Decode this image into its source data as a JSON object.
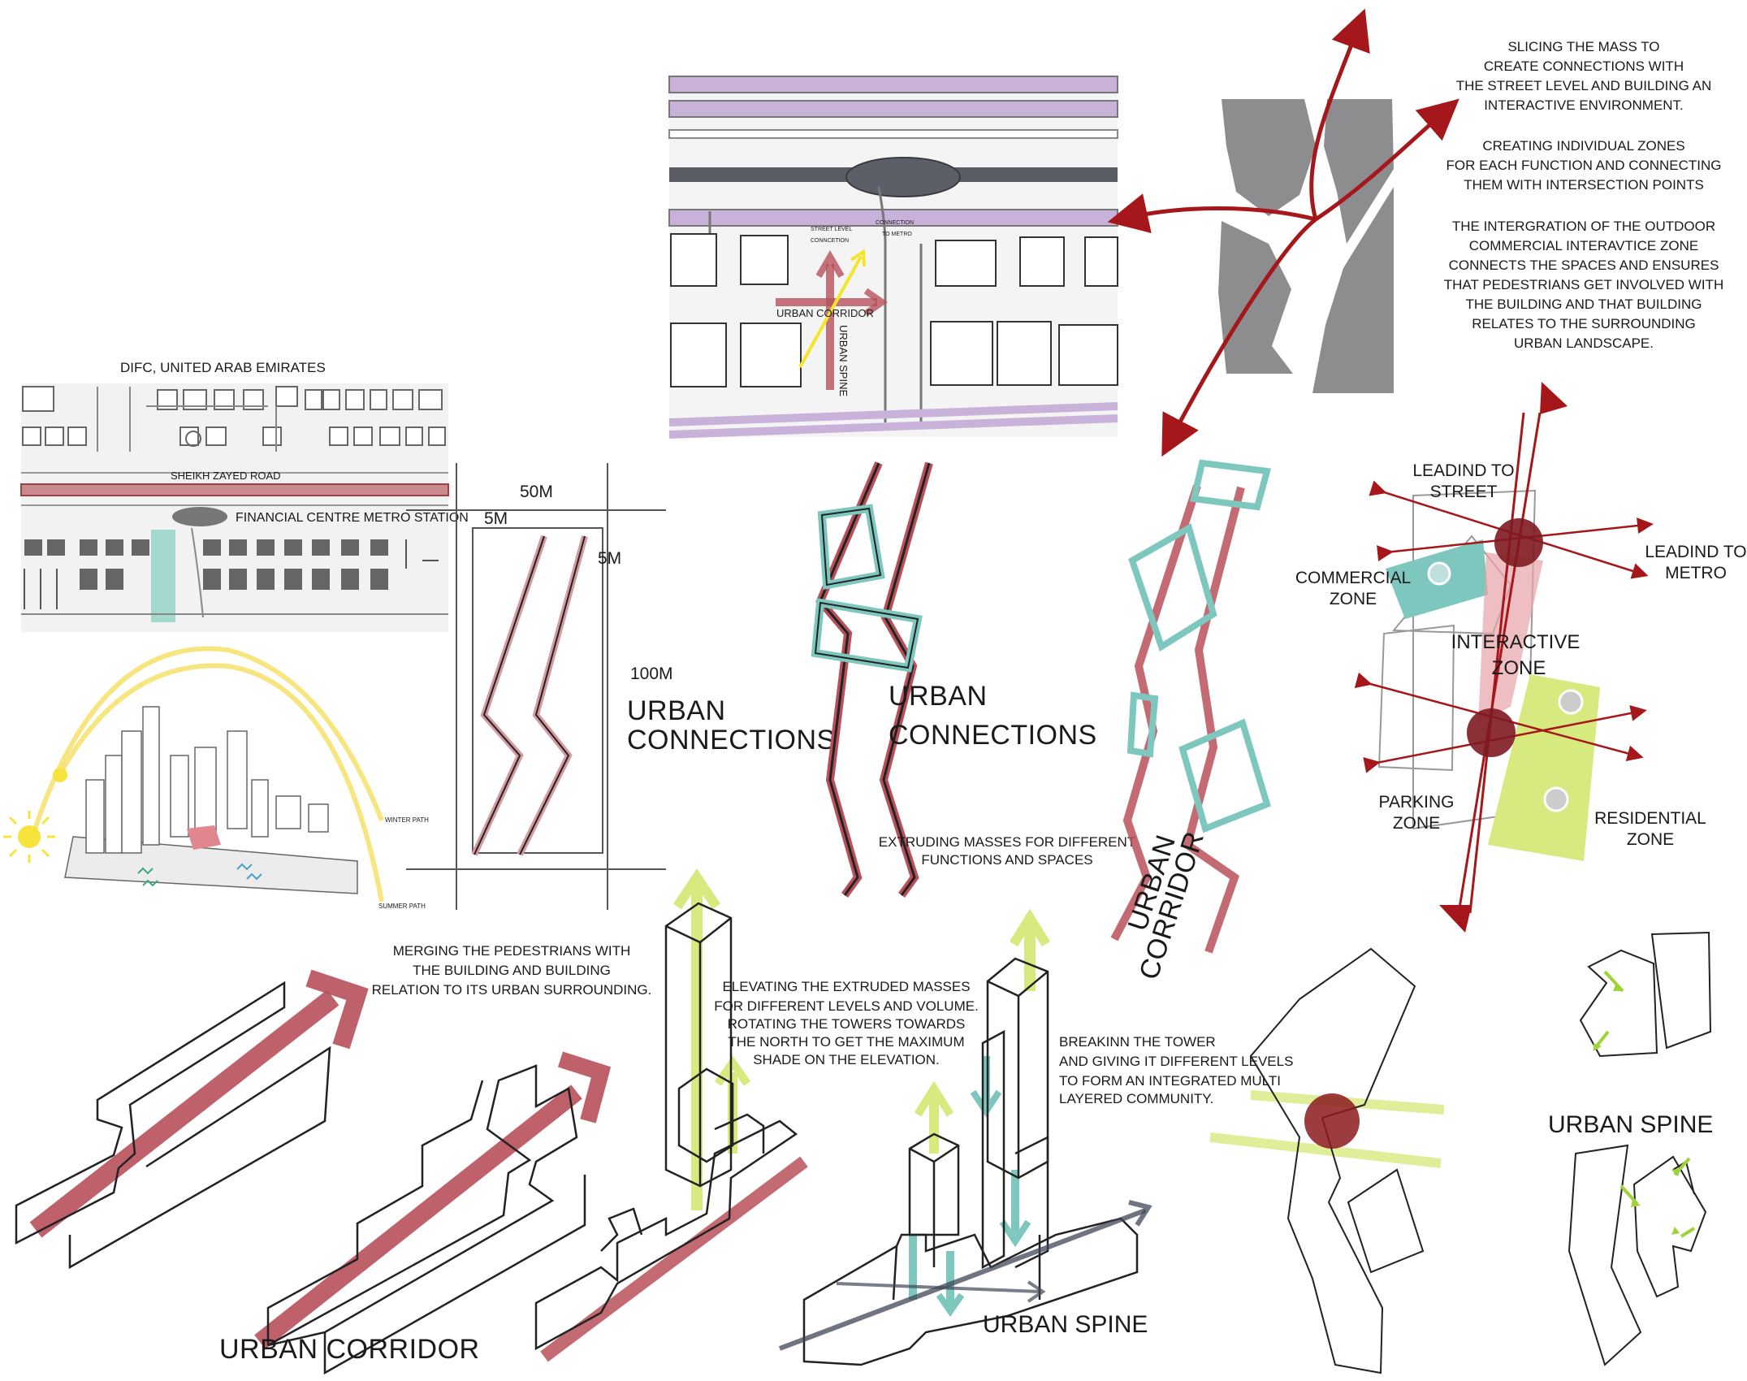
{
  "colors": {
    "corridor_red": "#a1343d",
    "spine_dark_red": "#8b1a1c",
    "teal": "#7dc7bf",
    "lime": "#d6ea7f",
    "purple": "#c9b2d9",
    "grey_mass": "#8d8d8f"
  },
  "site_map": {
    "location": "DIFC, UNITED ARAB EMIRATES",
    "road": "SHEIKH ZAYED ROAD",
    "station": "FINANCIAL CENTRE METRO STATION"
  },
  "sun_study": {
    "winter": "WINTER PATH",
    "summer": "SUMMER PATH"
  },
  "plan": {
    "street_level": [
      "STREET LEVEL",
      "CONNCETION"
    ],
    "to_metro": [
      "CONNECTION",
      "TO METRO"
    ],
    "corridor": "URBAN CORRIDOR",
    "spine": "URBAN SPINE"
  },
  "notes": {
    "slicing": [
      "SLICING THE  MASS TO",
      "CREATE CONNECTIONS WITH",
      "THE STREET LEVEL AND BUILDING AN",
      "INTERACTIVE ENVIRONMENT."
    ],
    "zones": [
      "CREATING INDIVIDUAL ZONES",
      "FOR EACH FUNCTION AND CONNECTING",
      "THEM WITH INTERSECTION POINTS"
    ],
    "integration": [
      "THE INTERGRATION OF THE OUTDOOR",
      "COMMERCIAL INTERAVTICE ZONE",
      "CONNECTS THE SPACES AND ENSURES",
      "THAT PEDESTRIANS GET INVOLVED WITH",
      "THE BUILDING AND THAT BUILDING",
      "RELATES TO THE SURROUNDING",
      "URBAN LANDSCAPE."
    ],
    "merging": [
      "MERGING THE PEDESTRIANS  WITH",
      "THE BUILDING AND  BUILDING",
      "RELATION TO ITS URBAN SURROUNDING."
    ],
    "elevating": [
      "ELEVATING THE EXTRUDED MASSES",
      "FOR DIFFERENT LEVELS AND VOLUME.",
      "ROTATING THE TOWERS TOWARDS",
      "THE NORTH TO GET THE MAXIMUM",
      "SHADE ON THE ELEVATION."
    ],
    "breaking": [
      "BREAKINN THE TOWER",
      "AND GIVING IT DIFFERENT LEVELS",
      "TO FORM AN INTEGRATED MULTI",
      "LAYERED COMMUNITY."
    ],
    "extruding": [
      "EXTRUDING MASSES FOR DIFFERENT",
      "FUNCTIONS AND SPACES"
    ]
  },
  "dimensions": {
    "w50": "50M",
    "w5a": "5M",
    "w5b": "5M",
    "h100": "100M"
  },
  "titles": {
    "urban_connections_1": [
      "URBAN",
      "CONNECTIONS"
    ],
    "urban_connections_2": [
      "URBAN",
      "CONNECTIONS"
    ],
    "urban_corridor_rot": [
      "URBAN",
      "CORRIDOR"
    ],
    "urban_corridor": "URBAN CORRIDOR",
    "urban_spine": "URBAN SPINE",
    "urban_spine_2": "URBAN SPINE"
  },
  "zones_diagram": {
    "to_street": [
      "LEADIND TO",
      "STREET"
    ],
    "to_metro": [
      "LEADIND TO",
      "METRO"
    ],
    "commercial": [
      "COMMERCIAL",
      "ZONE"
    ],
    "interactive": [
      "INTERACTIVE",
      "ZONE"
    ],
    "parking": [
      "PARKING",
      "ZONE"
    ],
    "residential": [
      "RESIDENTIAL",
      "ZONE"
    ]
  }
}
